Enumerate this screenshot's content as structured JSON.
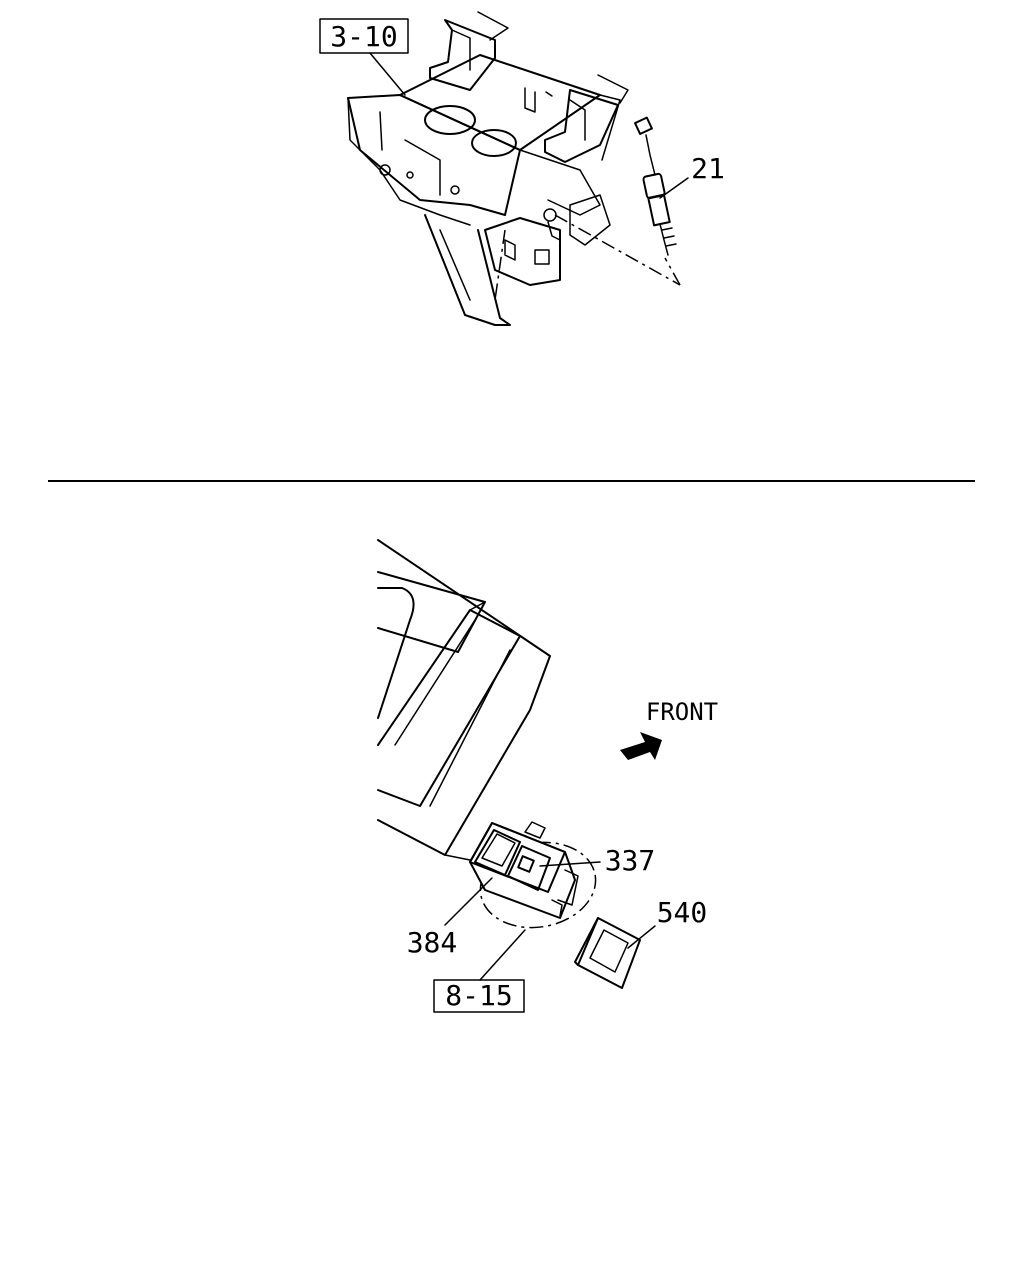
{
  "top_diagram": {
    "ref_box": "3-10",
    "callouts": [
      "21"
    ]
  },
  "bottom_diagram": {
    "direction_label": "FRONT",
    "ref_box": "8-15",
    "callouts": [
      "337",
      "384",
      "540"
    ]
  },
  "colors": {
    "ink": "#000000",
    "paper": "#ffffff"
  },
  "icons": {
    "direction": "front-arrow-icon"
  }
}
